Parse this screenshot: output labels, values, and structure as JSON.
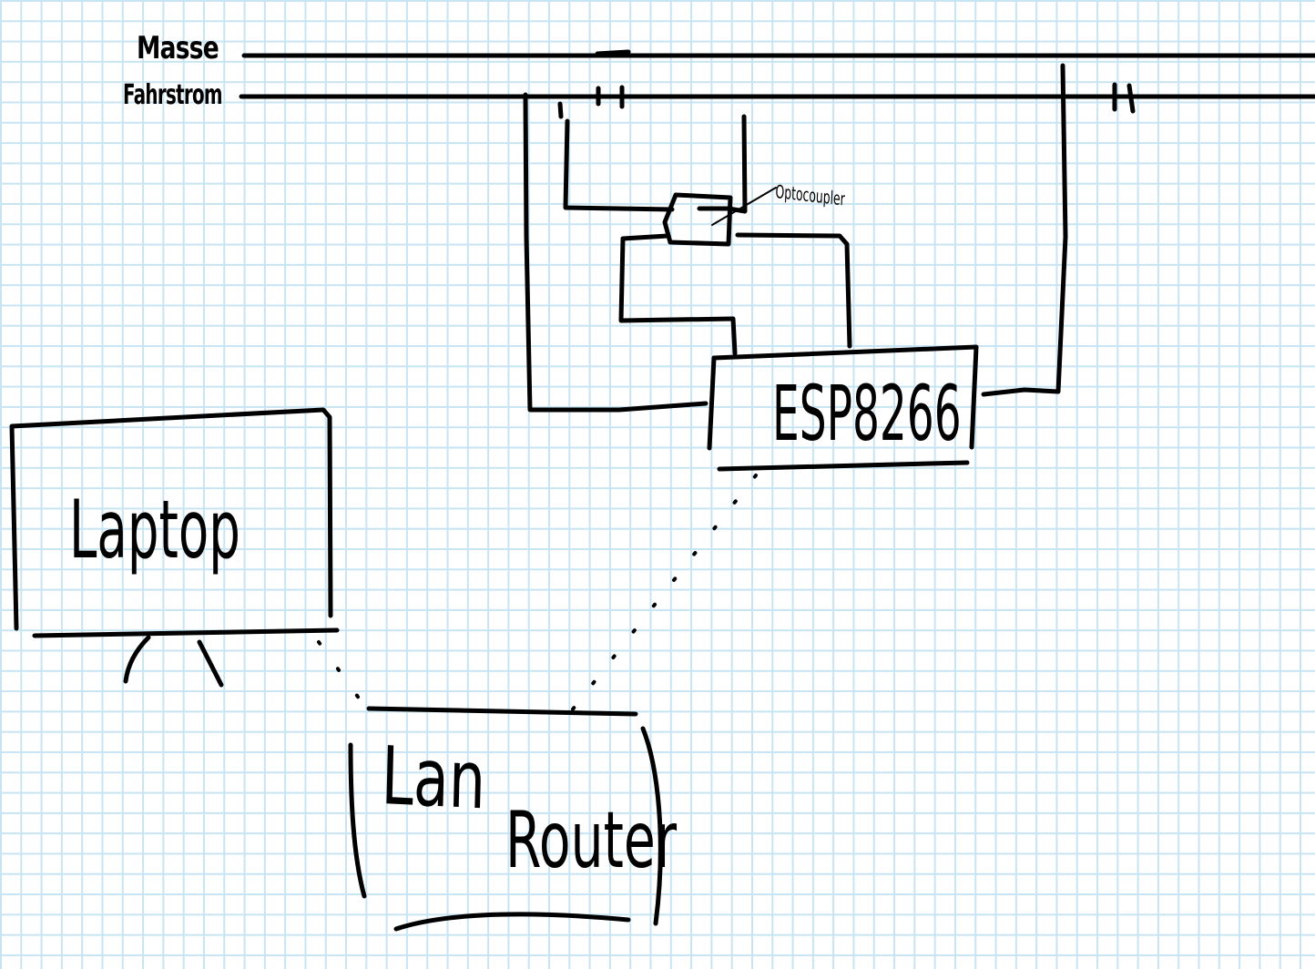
{
  "diagram": {
    "rails": {
      "ground_label": "Masse",
      "traction_label": "Fahrstrom"
    },
    "optocoupler": {
      "label": "Optocoupler"
    },
    "microcontroller": {
      "label": "ESP8266"
    },
    "laptop": {
      "label": "Laptop"
    },
    "network": {
      "label_top": "Lan",
      "label_bottom": "Router"
    },
    "colors": {
      "ink": "#000000",
      "grid": "#c7e4f3",
      "paper": "#ffffff"
    }
  }
}
